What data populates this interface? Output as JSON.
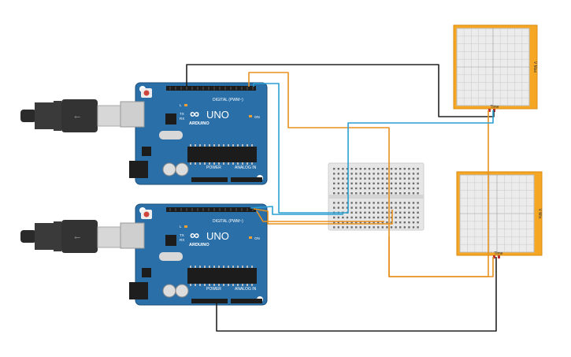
{
  "boards": [
    {
      "id": "board-1",
      "brand": "ARDUINO",
      "model": "UNO",
      "digital_header": "DIGITAL (PWM~)",
      "power_label": "POWER",
      "analog_label": "ANALOG IN",
      "led_l": "L",
      "led_tx": "TX",
      "led_rx": "RX",
      "led_on": "ON"
    },
    {
      "id": "board-2",
      "brand": "ARDUINO",
      "model": "UNO",
      "digital_header": "DIGITAL (PWM~)",
      "power_label": "POWER",
      "analog_label": "ANALOG IN",
      "led_l": "L",
      "led_tx": "TX",
      "led_rx": "RX",
      "led_on": "ON"
    }
  ],
  "oscilloscopes": [
    {
      "id": "scope-1",
      "time_label": "Time",
      "axis_label": "V Max"
    },
    {
      "id": "scope-2",
      "time_label": "Time",
      "axis_label": "V Min"
    }
  ],
  "colors": {
    "board": "#2a6fa8",
    "board_dark": "#1f5a8a",
    "scope_frame": "#f5a623",
    "wire_orange": "#e8911f",
    "wire_blue": "#2b9fd4",
    "wire_black": "#222222",
    "breadboard": "#e6e6e6"
  }
}
